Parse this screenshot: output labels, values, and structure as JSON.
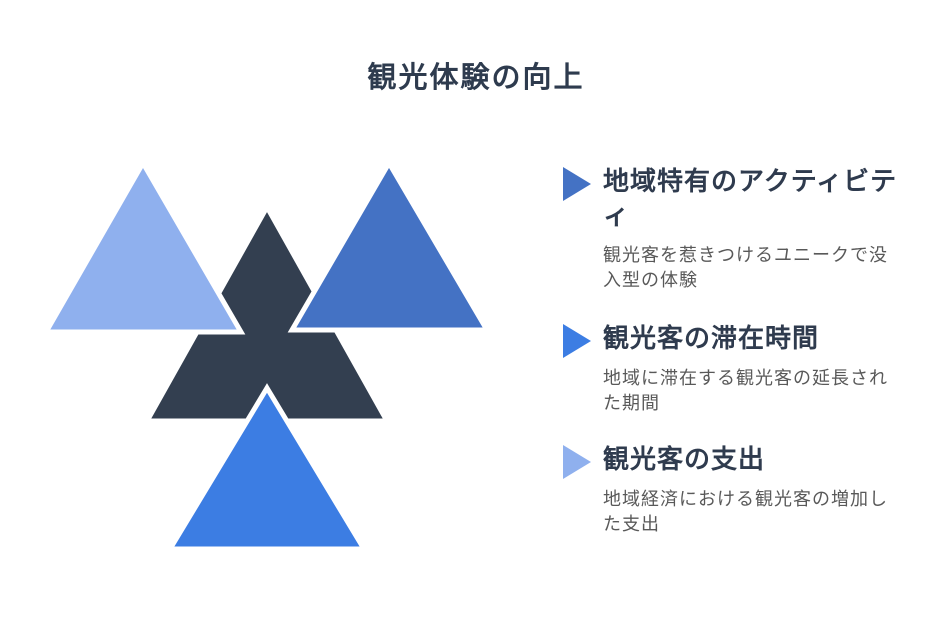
{
  "title": "観光体験の向上",
  "graphic": {
    "name": "triangle-cluster",
    "colors": {
      "center_dark": "#333F50",
      "top_left_light_blue": "#8FB0EE",
      "top_right_medium_blue": "#4472C4",
      "bottom_bright_blue": "#3C7DE3"
    }
  },
  "items": [
    {
      "heading": "地域特有のアクティビテ\nィ",
      "description": "観光客を惹きつけるユニークで没\n入型の体験",
      "bullet_color": "#4472C4"
    },
    {
      "heading": "観光客の滞在時間",
      "description": "地域に滞在する観光客の延長され\nた期間",
      "bullet_color": "#3C7DE3"
    },
    {
      "heading": "観光客の支出",
      "description": "地域経済における観光客の増加し\nた支出",
      "bullet_color": "#8FB0EE"
    }
  ]
}
